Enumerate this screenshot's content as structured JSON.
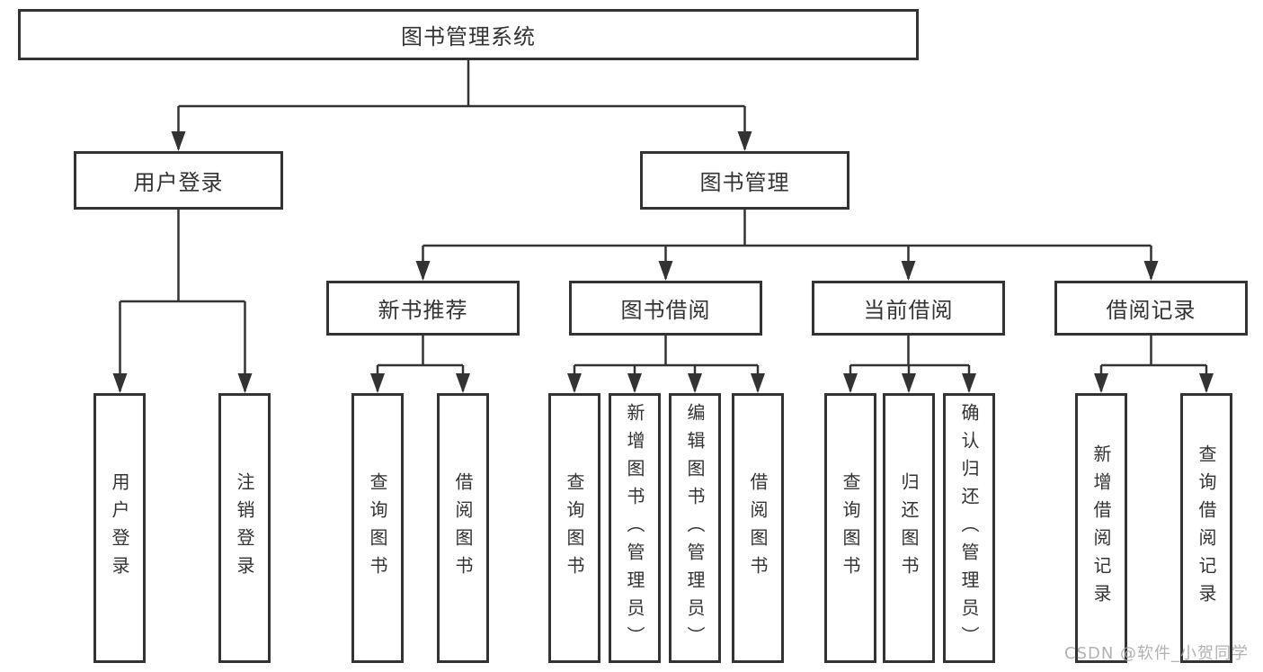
{
  "diagram_title": "图书管理系统",
  "watermark": "CSDN @软件_小贺同学",
  "colors": {
    "line": "#333333",
    "text": "#333333",
    "background": "#ffffff",
    "watermark": "#aaaaaa"
  },
  "tree": {
    "label": "图书管理系统",
    "children": [
      {
        "label": "用户登录",
        "children": [
          {
            "label": "用户登录"
          },
          {
            "label": "注销登录"
          }
        ]
      },
      {
        "label": "图书管理",
        "children": [
          {
            "label": "新书推荐",
            "children": [
              {
                "label": "查询图书"
              },
              {
                "label": "借阅图书"
              }
            ]
          },
          {
            "label": "图书借阅",
            "children": [
              {
                "label": "查询图书"
              },
              {
                "label": "新增图书（管理员）"
              },
              {
                "label": "编辑图书（管理员）"
              },
              {
                "label": "借阅图书"
              }
            ]
          },
          {
            "label": "当前借阅",
            "children": [
              {
                "label": "查询图书"
              },
              {
                "label": "归还图书"
              },
              {
                "label": "确认归还（管理员）"
              }
            ]
          },
          {
            "label": "借阅记录",
            "children": [
              {
                "label": "新增借阅记录"
              },
              {
                "label": "查询借阅记录"
              }
            ]
          }
        ]
      }
    ]
  }
}
